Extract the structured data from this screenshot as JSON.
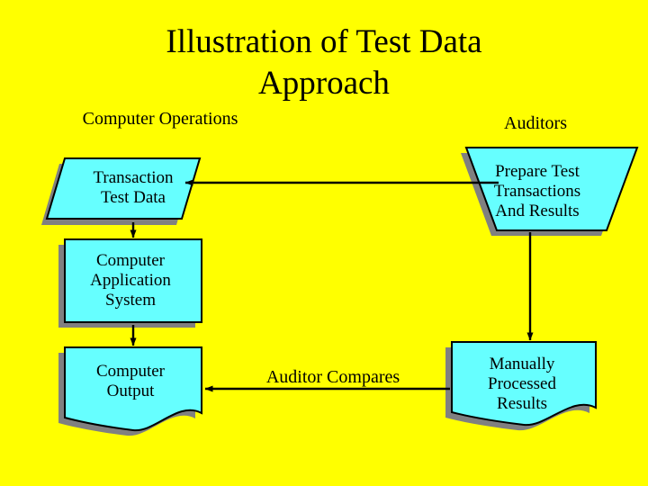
{
  "slide": {
    "background_color": "#FFFF00",
    "title": "Illustration of Test Data\nApproach"
  },
  "columns": [
    {
      "name": "computer-operations",
      "label": "Computer Operations"
    },
    {
      "name": "auditors",
      "label": "Auditors"
    }
  ],
  "palette": {
    "background": "#FFFF00",
    "shape_fill": "#66FFFF",
    "shape_stroke": "#000000",
    "shape_shadow": "#808080",
    "text": "#000000"
  },
  "shapes": {
    "transaction_test_data": {
      "label": "Transaction\nTest Data",
      "shape": "parallelogram-data"
    },
    "prepare_test_transactions": {
      "label": "Prepare Test\nTransactions\nAnd Results",
      "shape": "trapezoid-manual-operation"
    },
    "computer_application_system": {
      "label": "Computer\nApplication\nSystem",
      "shape": "rectangle-process"
    },
    "computer_output": {
      "label": "Computer\nOutput",
      "shape": "document"
    },
    "manually_processed_results": {
      "label": "Manually\nProcessed\nResults",
      "shape": "document"
    }
  },
  "connectors": {
    "prepare_to_transaction": {
      "label": "",
      "direction": "right-to-left"
    },
    "transaction_to_system": {
      "label": "",
      "direction": "top-to-bottom"
    },
    "system_to_output": {
      "label": "",
      "direction": "top-to-bottom"
    },
    "prepare_to_manual_results": {
      "label": "",
      "direction": "top-to-bottom"
    },
    "manual_results_to_output": {
      "label": "Auditor Compares",
      "direction": "right-to-left"
    }
  }
}
